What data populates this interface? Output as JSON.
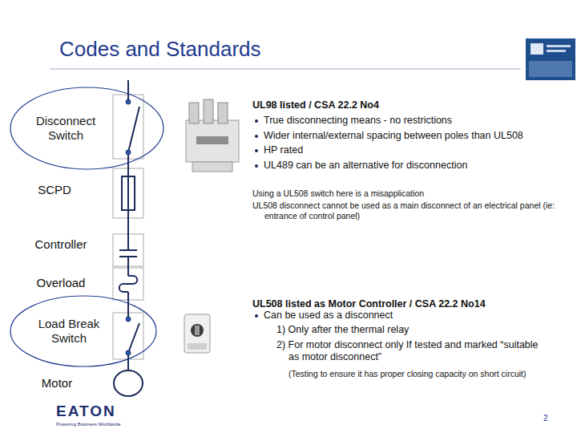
{
  "diagram": {
    "title": "Codes and Standards",
    "nodes": [
      {
        "text": [
          "Disconnect Switch"
        ]
      },
      {
        "text": [
          "Load Break Switch"
        ]
      }
    ],
    "labels": [
      "UL98 listed / CSA 22.2 No4",
      "True disconnecting means - no restrictions",
      "Wider internal/external spacing between poles than UL508",
      "HP rated",
      "UL489 can be an alternative for disconnection",
      "SCPD",
      "Using a UL508 switch here is a misapplication",
      "UL508 disconnect cannot be used as a main disconnect of an electrical panel (ie: entrance of control panel)",
      "Controller",
      "Overload",
      "UL508 listed as Motor Controller / CSA 22.2 No14",
      "Can be used as a disconnect",
      "1) Only after the thermal relay",
      "2) For motor disconnect only If tested and marked “suitable as motor disconnect”",
      "(Testing to ensure it has proper closing capacity on short circuit)",
      "Motor",
      "2",
      "EATON",
      "Powering Business Worldwide"
    ]
  }
}
